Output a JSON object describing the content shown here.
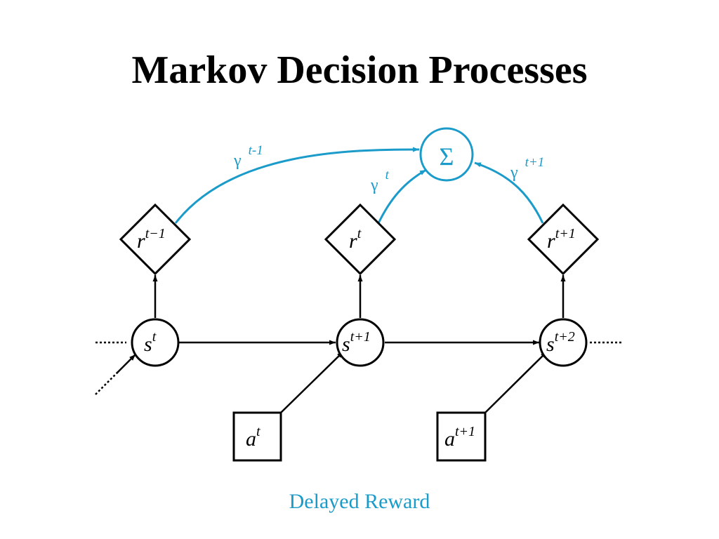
{
  "title": "Markov Decision Processes",
  "caption": "Delayed Reward",
  "colors": {
    "ink": "#000000",
    "accent": "#1a9bc9"
  },
  "sum_node": {
    "symbol": "Σ"
  },
  "reward_nodes": [
    {
      "base": "r",
      "sup": "t−1"
    },
    {
      "base": "r",
      "sup": "t"
    },
    {
      "base": "r",
      "sup": "t+1"
    }
  ],
  "state_nodes": [
    {
      "base": "s",
      "sup": "t"
    },
    {
      "base": "s",
      "sup": "t+1"
    },
    {
      "base": "s",
      "sup": "t+2"
    }
  ],
  "action_nodes": [
    {
      "base": "a",
      "sup": "t"
    },
    {
      "base": "a",
      "sup": "t+1"
    }
  ],
  "discount_labels": [
    {
      "base": "γ",
      "sup": "t-1"
    },
    {
      "base": "γ",
      "sup": "t"
    },
    {
      "base": "γ",
      "sup": "t+1"
    }
  ]
}
